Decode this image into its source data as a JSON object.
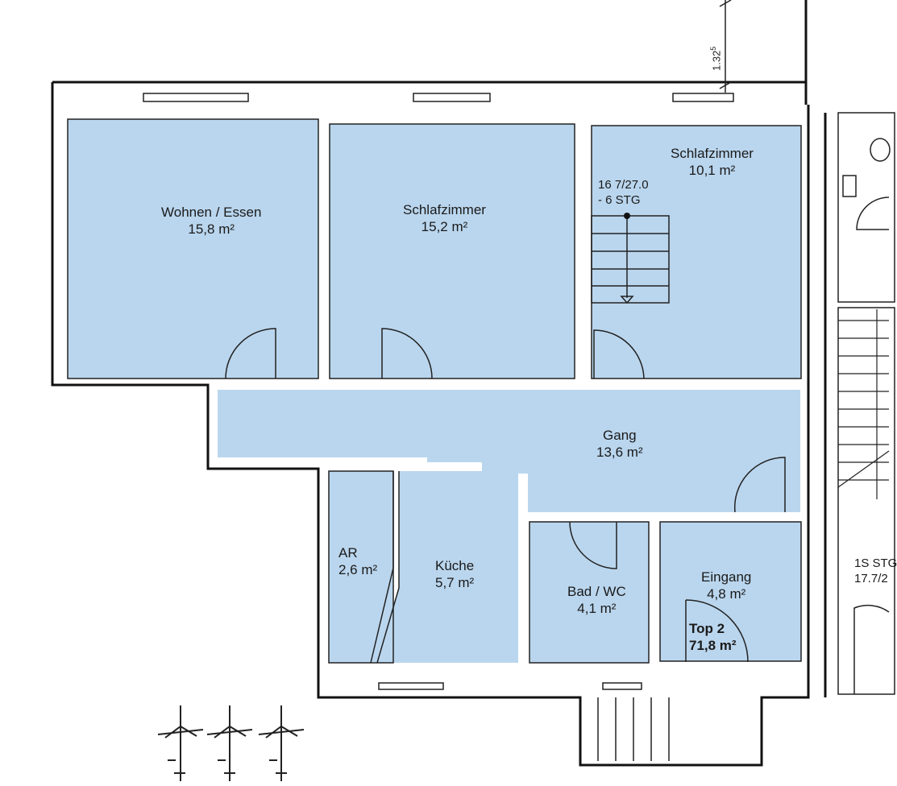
{
  "rooms": {
    "wohnen": {
      "name": "Wohnen / Essen",
      "area": "15,8 m²"
    },
    "schlaf1": {
      "name": "Schlafzimmer",
      "area": "15,2 m²"
    },
    "schlaf2": {
      "name": "Schlafzimmer",
      "area": "10,1 m²"
    },
    "gang": {
      "name": "Gang",
      "area": "13,6 m²"
    },
    "ar": {
      "name": "AR",
      "area": "2,6 m²"
    },
    "kueche": {
      "name": "Küche",
      "area": "5,7 m²"
    },
    "bad": {
      "name": "Bad / WC",
      "area": "4,1 m²"
    },
    "eingang": {
      "name": "Eingang",
      "area": "4,8 m²"
    }
  },
  "unit": {
    "name": "Top 2",
    "area": "71,8 m²"
  },
  "stair": {
    "line1": "16 7/27.0",
    "line2": "- 6 STG"
  },
  "stairwell": {
    "line1": "1S STG",
    "line2": "17.7/2"
  },
  "dimension": {
    "main": "1.32",
    "sup": "5"
  },
  "colors": {
    "room_fill": "#bad6ee",
    "wall": "#111111"
  }
}
